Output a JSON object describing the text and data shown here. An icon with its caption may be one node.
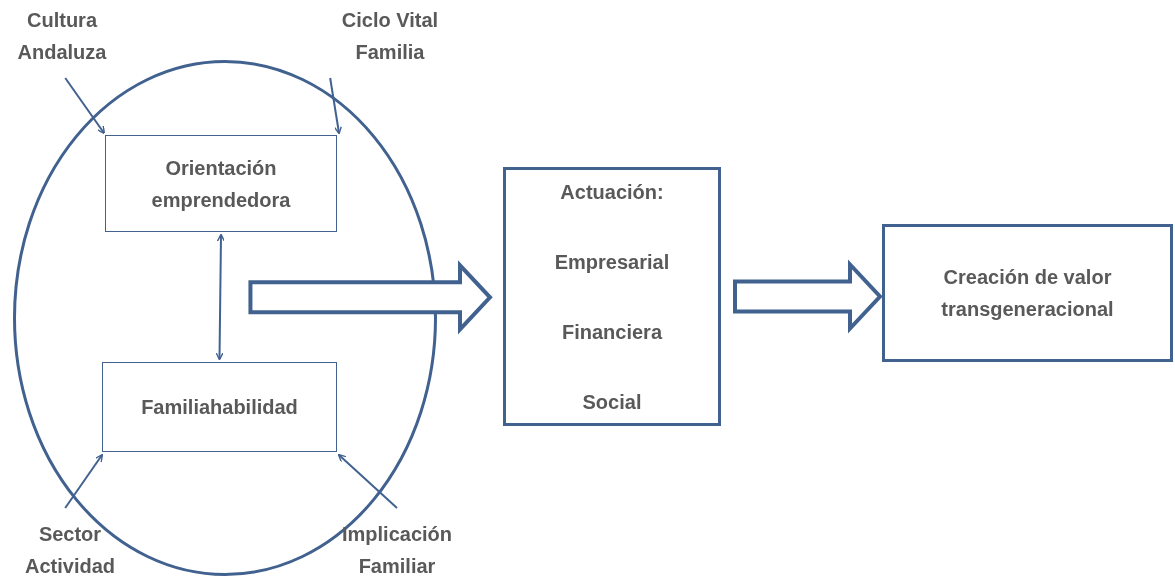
{
  "diagram": {
    "nodes": [
      {
        "text": [],
        "shape": "circle"
      },
      {
        "text": [
          "Orientación emprendedora"
        ],
        "in": 0
      },
      {
        "text": [
          "Familiahabilidad"
        ],
        "in": 0
      },
      {
        "text": [
          "Actuación:",
          "Empresarial",
          "Financiera",
          "Social"
        ]
      },
      {
        "text": [
          "Creación de valor transgeneracional"
        ]
      },
      {
        "text": [
          "Cultura Andaluza"
        ]
      },
      {
        "text": [
          "Ciclo Vital Familia"
        ]
      },
      {
        "text": [
          "Sector Actividad"
        ]
      },
      {
        "text": [
          "Implicación Familiar"
        ]
      }
    ],
    "edges": [
      {
        "from": 5,
        "to": 1,
        "arrow": "to"
      },
      {
        "from": 6,
        "to": 1,
        "arrow": "to"
      },
      {
        "from": 1,
        "to": 2,
        "arrow": "both"
      },
      {
        "from": 7,
        "to": 2,
        "arrow": "to"
      },
      {
        "from": 8,
        "to": 2,
        "arrow": "to"
      },
      {
        "from": 0,
        "to": 3,
        "arrow": "to",
        "style": "thick"
      },
      {
        "from": 3,
        "to": 4,
        "arrow": "to",
        "style": "thick"
      }
    ]
  }
}
